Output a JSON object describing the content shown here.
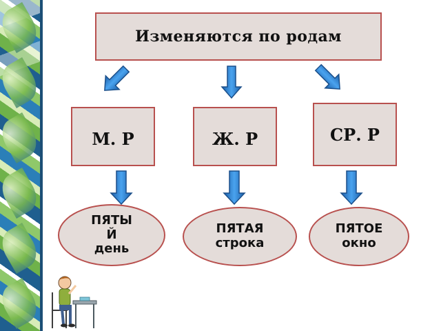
{
  "diagram": {
    "root": "Изменяются по родам",
    "genders": {
      "masculine": "М. Р",
      "feminine": "Ж. Р",
      "neuter": "СР. Р"
    },
    "examples": {
      "masculine": {
        "line1": "ПЯТЫ",
        "line2": "Й",
        "line3": "день"
      },
      "feminine": {
        "line1": "ПЯТАЯ",
        "line2": "строка"
      },
      "neuter": {
        "line1": "ПЯТОЕ",
        "line2": "окно"
      }
    }
  },
  "colors": {
    "box_fill": "#e4dcd9",
    "box_border": "#b8504e",
    "arrow": "#2f86d6"
  },
  "icons": [
    "schoolboy-at-desk-icon",
    "arrow-icon"
  ]
}
